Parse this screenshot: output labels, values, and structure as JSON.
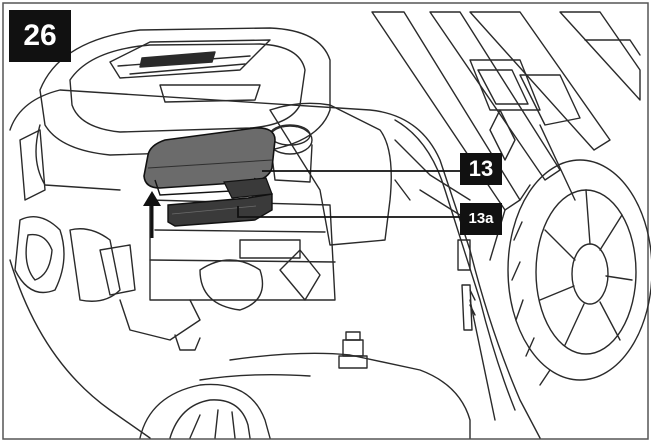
{
  "figure": {
    "number": "26"
  },
  "callouts": {
    "cover_label": "13",
    "filter_label": "13a"
  },
  "engine_brand_text": "",
  "colors": {
    "ink": "#111111",
    "line": "#2a2a2a",
    "part_fill_dark": "#3a3a3a",
    "part_fill_mid": "#6b6b6b",
    "paper": "#ffffff"
  },
  "icons": {
    "lift_arrow": "arrow-up-icon"
  }
}
